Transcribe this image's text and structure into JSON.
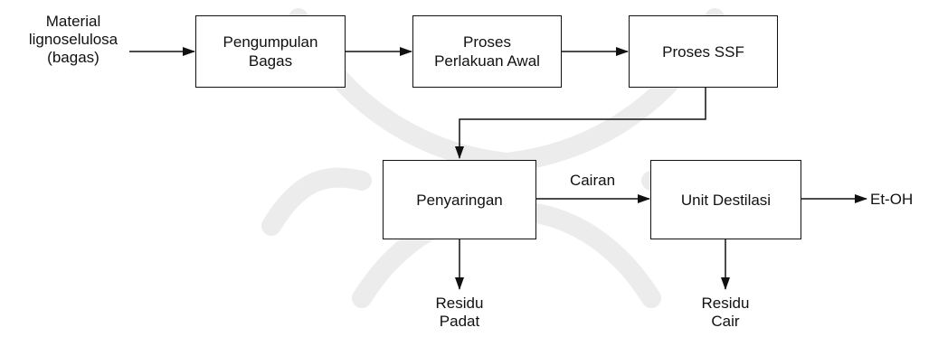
{
  "diagram": {
    "input_label": {
      "line1": "Material",
      "line2": "lignoselulosa",
      "line3": "(bagas)"
    },
    "boxes": {
      "pengumpulan": {
        "line1": "Pengumpulan",
        "line2": "Bagas"
      },
      "perlakuan": {
        "line1": "Proses",
        "line2": "Perlakuan Awal"
      },
      "ssf": {
        "line1": "Proses SSF"
      },
      "penyaringan": {
        "line1": "Penyaringan"
      },
      "destilasi": {
        "line1": "Unit Destilasi"
      }
    },
    "edge_labels": {
      "cairan": "Cairan"
    },
    "outputs": {
      "etoh": "Et-OH",
      "residu_padat": {
        "line1": "Residu",
        "line2": "Padat"
      },
      "residu_cair": {
        "line1": "Residu",
        "line2": "Cair"
      }
    },
    "colors": {
      "line": "#111111",
      "watermark": "#ececec"
    }
  }
}
